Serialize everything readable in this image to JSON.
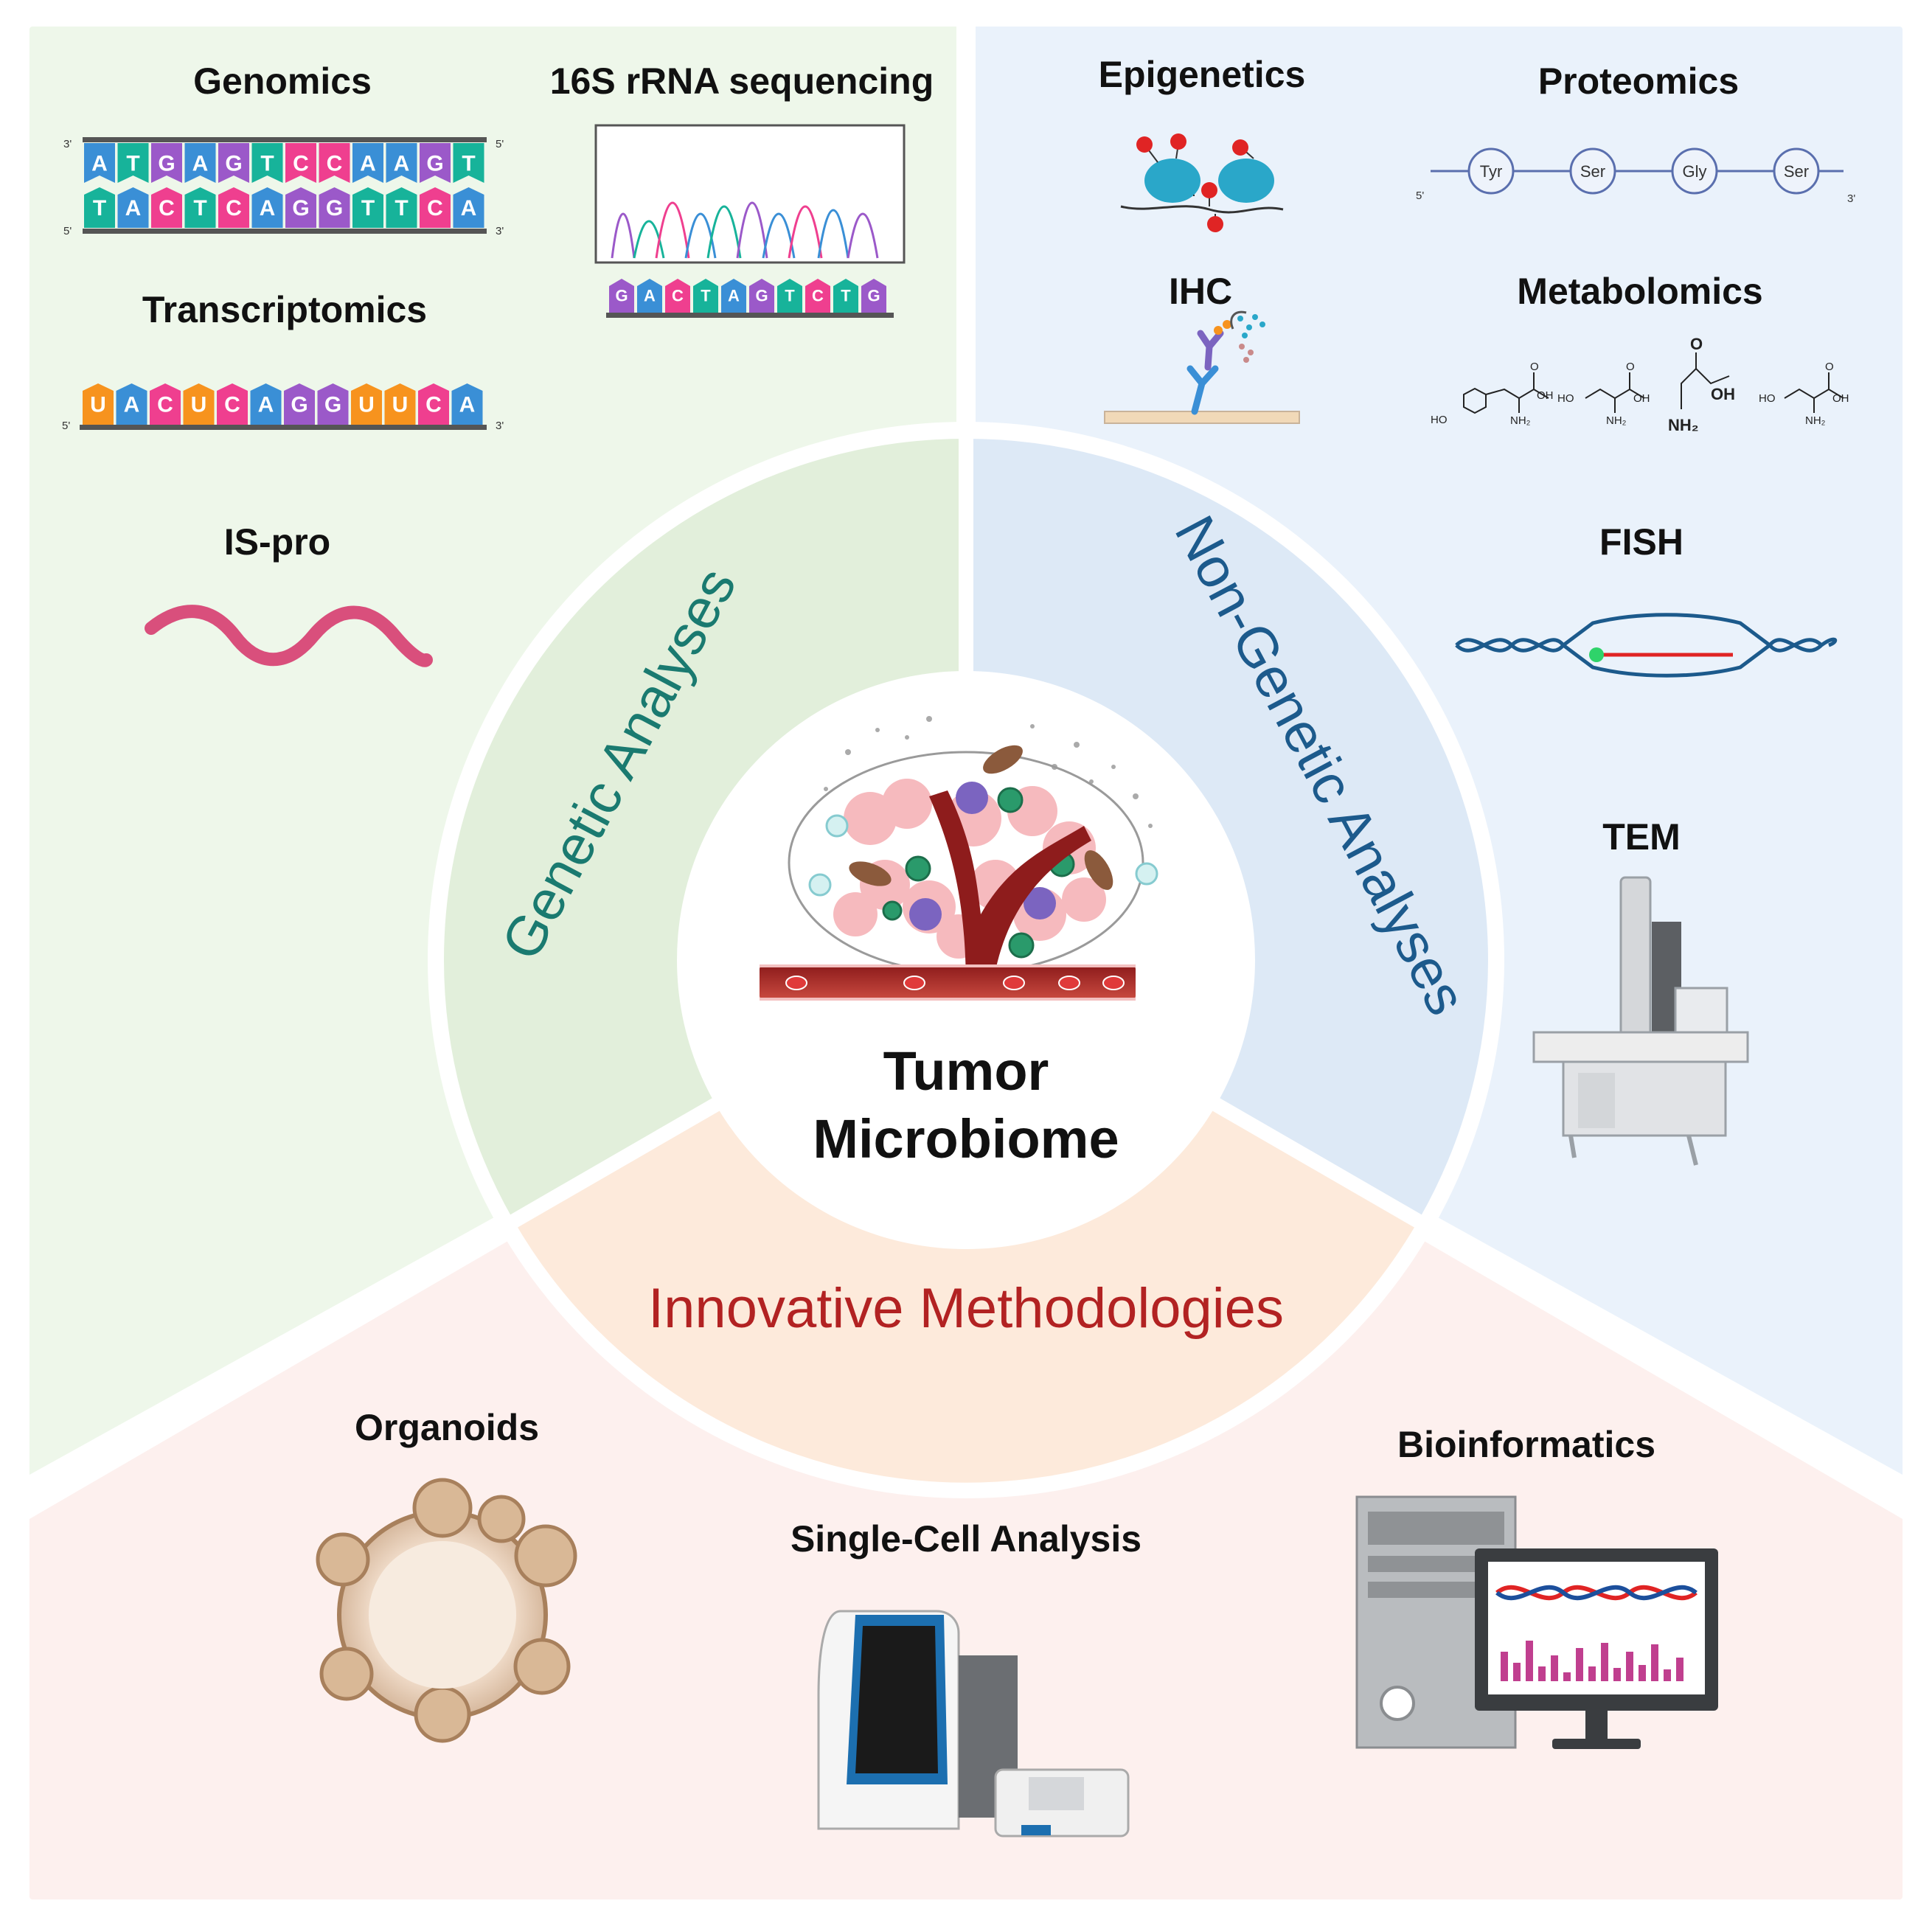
{
  "center": {
    "line1": "Tumor",
    "line2": "Microbiome"
  },
  "sectors": {
    "genetic": {
      "label": "Genetic Analyses",
      "color": "#1a7a70"
    },
    "non_genetic": {
      "label": "Non-Genetic Analyses",
      "color": "#1c5a8c"
    },
    "innovative": {
      "label": "Innovative Methodologies",
      "color": "#b22222"
    }
  },
  "methods": {
    "genomics": "Genomics",
    "rrna": "16S rRNA sequencing",
    "transcriptomics": "Transcriptomics",
    "ispro": "IS-pro",
    "epigenetics": "Epigenetics",
    "proteomics": "Proteomics",
    "ihc": "IHC",
    "metabolomics": "Metabolomics",
    "fish": "FISH",
    "tem": "TEM",
    "organoids": "Organoids",
    "singlecell": "Single-Cell Analysis",
    "bioinformatics": "Bioinformatics"
  },
  "sequences": {
    "genomics_top": [
      "A",
      "T",
      "G",
      "A",
      "G",
      "T",
      "C",
      "C",
      "A",
      "A",
      "G",
      "T"
    ],
    "genomics_bottom": [
      "T",
      "A",
      "C",
      "T",
      "C",
      "A",
      "G",
      "G",
      "T",
      "T",
      "C",
      "A"
    ],
    "transcriptomics": [
      "U",
      "A",
      "C",
      "U",
      "C",
      "A",
      "G",
      "G",
      "U",
      "U",
      "C",
      "A"
    ],
    "rrna_reads": [
      "G",
      "A",
      "C",
      "T",
      "A",
      "G",
      "T",
      "C",
      "T",
      "G"
    ]
  },
  "strand_ends": {
    "five": "5'",
    "three": "3'"
  },
  "proteomics_residues": [
    "Tyr",
    "Ser",
    "Gly",
    "Ser"
  ],
  "chem_labels": {
    "ho": "HO",
    "oh": "OH",
    "nh2": "NH₂",
    "o": "O"
  },
  "base_colors": {
    "A": "#3a8fd6",
    "T": "#17b39a",
    "G": "#9b59c9",
    "C": "#ef3f8f",
    "U": "#f7931e"
  },
  "palette": {
    "bg_green": "#eef7ea",
    "bg_blue": "#eaf2fb",
    "bg_pink": "#fdf0ee",
    "ring_green": "#e2efdb",
    "ring_blue": "#dde9f6",
    "ring_orange": "#fdeadb"
  }
}
